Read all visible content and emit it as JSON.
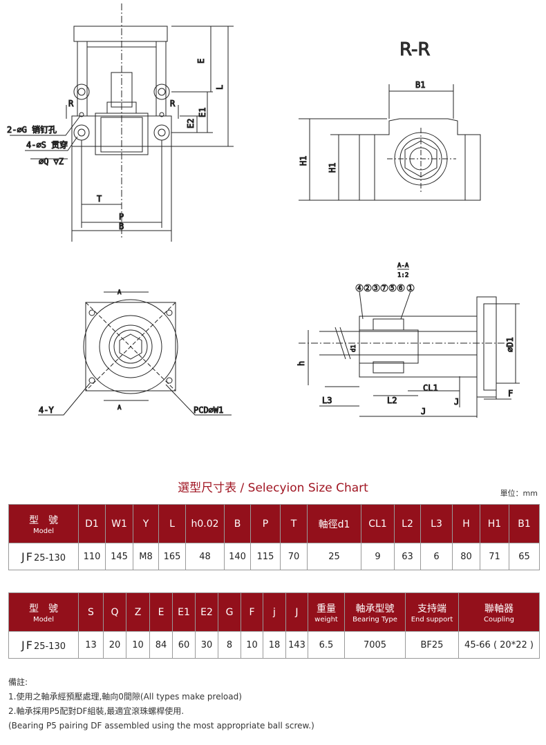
{
  "drawing_labels": {
    "rr_title": "R-R",
    "aa_title": "A-A",
    "aa_scale": "1:2",
    "pin_hole": "2-⌀G 销钉孔",
    "through_hole": "4-⌀S 贯穿",
    "counterbore": "⌀Q ▽Z",
    "bolt_y": "4-Y",
    "pcd": "PCD⌀W1",
    "dims": {
      "e": "E",
      "l": "L",
      "e1": "E1",
      "e2": "E2",
      "r": "R",
      "t": "T",
      "p": "P",
      "b": "B",
      "b1": "B1",
      "h1": "H1",
      "h": "h",
      "d1": "⌀D1",
      "d1s": "d1",
      "cl1": "CL1",
      "l2": "L2",
      "l3": "L3",
      "j": "J",
      "f": "F",
      "a": "A"
    },
    "balloons": [
      "4",
      "2",
      "3",
      "7",
      "5",
      "6",
      "1"
    ]
  },
  "chart_title": "選型尺寸表 / Selecyion Size Chart",
  "unit_label": "單位：mm",
  "table1": {
    "model_header": "型　號",
    "model_header_en": "Model",
    "headers": [
      "D1",
      "W1",
      "Y",
      "L",
      "h0.02",
      "B",
      "P",
      "T",
      "軸徑d1",
      "CL1",
      "L2",
      "L3",
      "H",
      "H1",
      "B1"
    ],
    "model_prefix": "JF",
    "model_suffix": "25-130",
    "values": [
      "110",
      "145",
      "M8",
      "165",
      "48",
      "140",
      "115",
      "70",
      "25",
      "9",
      "63",
      "6",
      "80",
      "71",
      "65"
    ]
  },
  "table2": {
    "model_header": "型　號",
    "model_header_en": "Model",
    "headers": [
      "S",
      "Q",
      "Z",
      "E",
      "E1",
      "E2",
      "G",
      "F",
      "j",
      "J"
    ],
    "weight_header": "重量",
    "weight_header_en": "weight",
    "bearing_header": "軸承型號",
    "bearing_header_en": "Bearing Type",
    "support_header": "支持端",
    "support_header_en": "End support",
    "coupling_header": "聯軸器",
    "coupling_header_en": "Coupling",
    "model_prefix": "JF",
    "model_suffix": "25-130",
    "values": [
      "13",
      "20",
      "10",
      "84",
      "60",
      "30",
      "8",
      "10",
      "18",
      "143"
    ],
    "weight": "6.5",
    "bearing": "7005",
    "support": "BF25",
    "coupling": "45-66 ( 20*22 )"
  },
  "notes": {
    "heading": "備註:",
    "line1": "1.使用之軸承經預壓處理,軸向0間隙(All types make preload)",
    "line2": "2.軸承採用P5配對DF組裝,最適宜滾珠螺桿使用.",
    "line3": "(Bearing P5 pairing DF assembled using the most appropriate ball screw.)"
  }
}
